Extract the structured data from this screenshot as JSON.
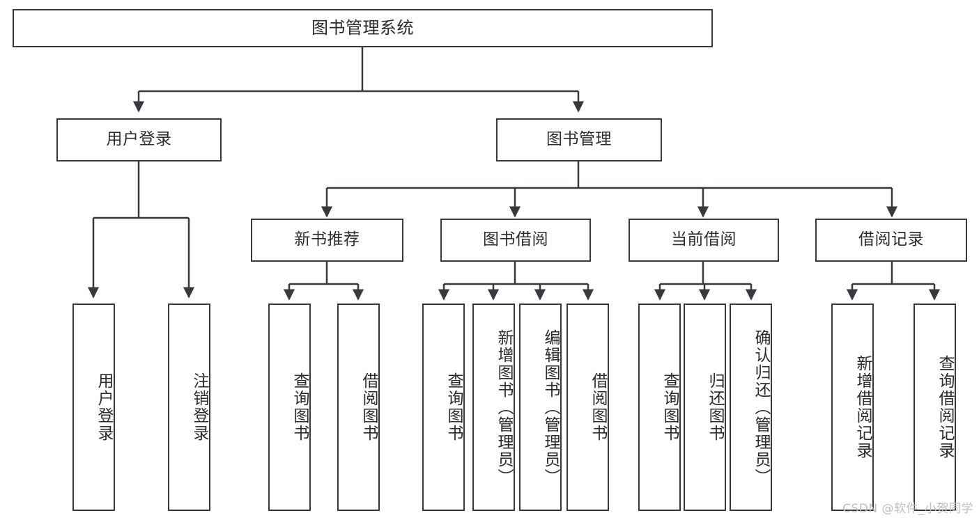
{
  "diagram": {
    "title": "图书管理系统",
    "type": "tree",
    "colors": {
      "stroke": "#36393d",
      "text": "#2b2b2b",
      "background": "#ffffff",
      "watermark": "#bfbfbf"
    },
    "root": {
      "label": "图书管理系统"
    },
    "level1": [
      {
        "label": "用户登录"
      },
      {
        "label": "图书管理"
      }
    ],
    "level2": [
      {
        "label": "新书推荐"
      },
      {
        "label": "图书借阅"
      },
      {
        "label": "当前借阅"
      },
      {
        "label": "借阅记录"
      }
    ],
    "leaves": {
      "user_login": [
        {
          "label": "用户登录"
        },
        {
          "label": "注销登录"
        }
      ],
      "new_book_recommend": [
        {
          "label": "查询图书"
        },
        {
          "label": "借阅图书"
        }
      ],
      "book_borrow": [
        {
          "label": "查询图书"
        },
        {
          "label": "新增图书（管理员）"
        },
        {
          "label": "编辑图书（管理员）"
        },
        {
          "label": "借阅图书"
        }
      ],
      "current_borrow": [
        {
          "label": "查询图书"
        },
        {
          "label": "归还图书"
        },
        {
          "label": "确认归还（管理员）"
        }
      ],
      "borrow_record": [
        {
          "label": "新增借阅记录"
        },
        {
          "label": "查询借阅记录"
        }
      ]
    }
  },
  "watermark": {
    "text": "CSDN @软件_小贺同学"
  }
}
